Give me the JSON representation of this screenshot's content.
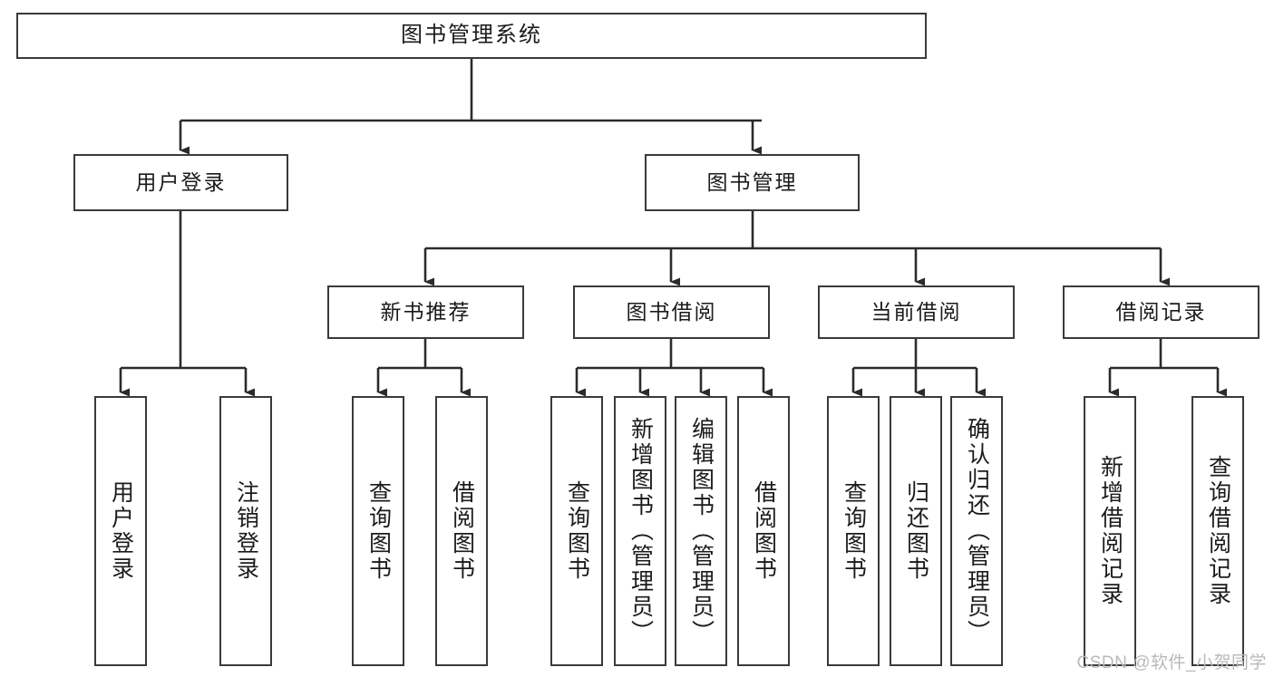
{
  "diagram": {
    "type": "tree",
    "title": "图书管理系统",
    "watermark": "CSDN @软件_小贺同学",
    "colors": {
      "node_border": "#3a3a3a",
      "node_fill": "#ffffff",
      "edge": "#2b2b2b",
      "text": "#1b1b1b",
      "watermark": "#b9b9b9"
    },
    "nodes": {
      "root": {
        "label": "图书管理系统"
      },
      "level2": [
        {
          "id": "user-login",
          "label": "用户登录"
        },
        {
          "id": "book-management",
          "label": "图书管理"
        }
      ],
      "level3": [
        {
          "id": "new-book-recommend",
          "label": "新书推荐"
        },
        {
          "id": "book-borrow",
          "label": "图书借阅"
        },
        {
          "id": "current-borrow",
          "label": "当前借阅"
        },
        {
          "id": "borrow-record",
          "label": "借阅记录"
        }
      ],
      "leaves": [
        {
          "id": "user-login-leaf",
          "label": "用户登录",
          "parent": "user-login"
        },
        {
          "id": "logout-leaf",
          "label": "注销登录",
          "parent": "user-login"
        },
        {
          "id": "query-book-recommend",
          "label": "查询图书",
          "parent": "new-book-recommend"
        },
        {
          "id": "borrow-book-recommend",
          "label": "借阅图书",
          "parent": "new-book-recommend"
        },
        {
          "id": "query-book-borrow",
          "label": "查询图书",
          "parent": "book-borrow"
        },
        {
          "id": "add-book-admin",
          "label": "新增图书（管理员）",
          "parent": "book-borrow"
        },
        {
          "id": "edit-book-admin",
          "label": "编辑图书（管理员）",
          "parent": "book-borrow"
        },
        {
          "id": "borrow-book",
          "label": "借阅图书",
          "parent": "book-borrow"
        },
        {
          "id": "query-book-current",
          "label": "查询图书",
          "parent": "current-borrow"
        },
        {
          "id": "return-book",
          "label": "归还图书",
          "parent": "current-borrow"
        },
        {
          "id": "confirm-return-admin",
          "label": "确认归还（管理员）",
          "parent": "current-borrow"
        },
        {
          "id": "add-borrow-record",
          "label": "新增借阅记录",
          "parent": "borrow-record"
        },
        {
          "id": "query-borrow-record",
          "label": "查询借阅记录",
          "parent": "borrow-record"
        }
      ]
    }
  }
}
